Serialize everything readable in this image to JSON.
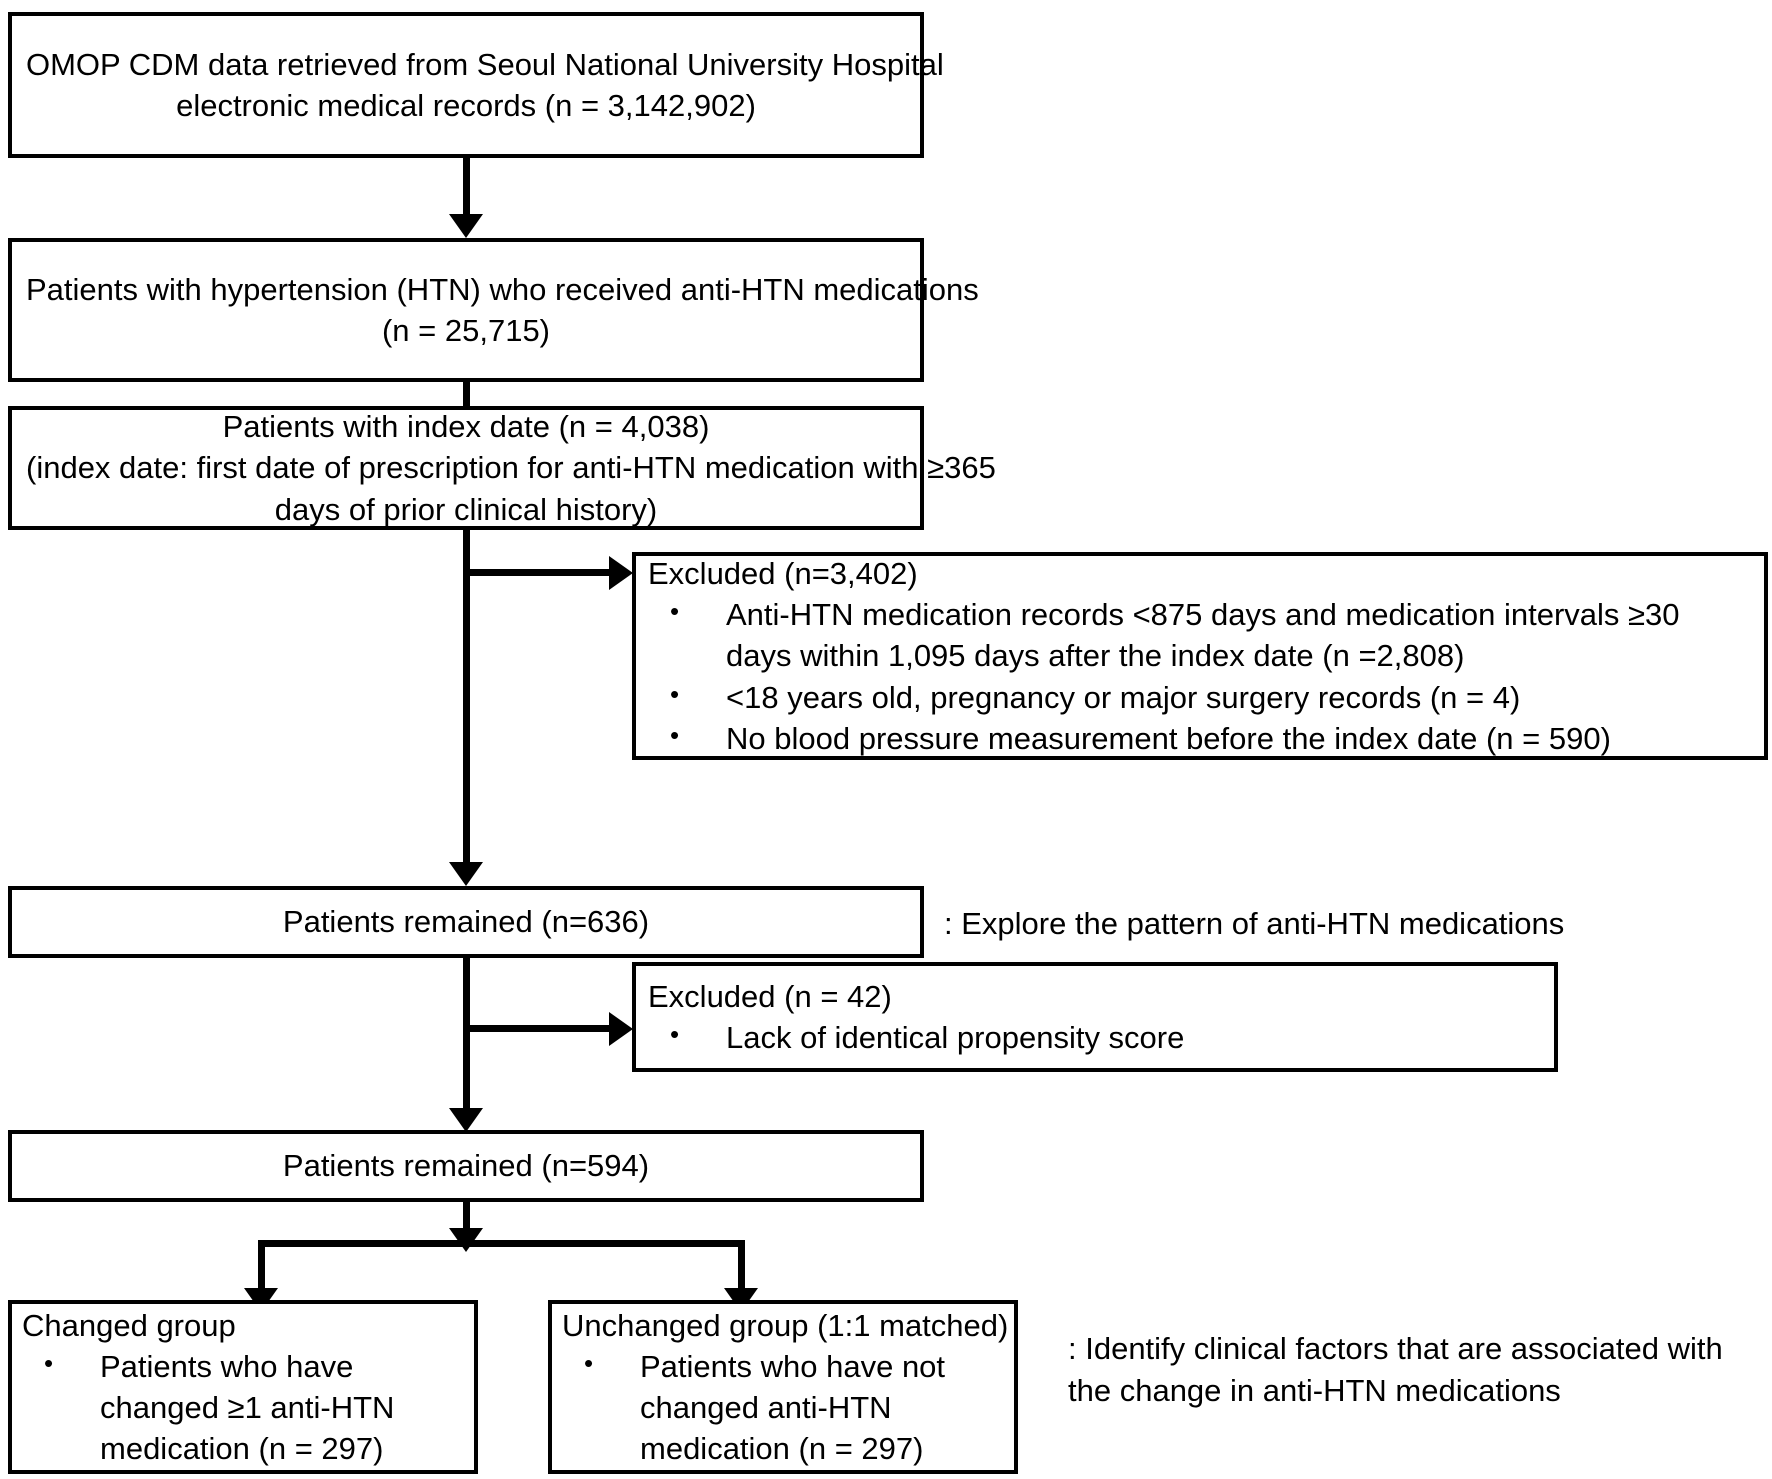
{
  "diagram": {
    "title": "Patient selection flowchart",
    "nodes": {
      "source": {
        "lines": [
          "OMOP CDM data retrieved from Seoul National University Hospital",
          "electronic medical records (n = 3,142,902)"
        ]
      },
      "htn_patients": {
        "lines": [
          "Patients with hypertension (HTN) who received anti-HTN medications",
          "(n = 25,715)"
        ]
      },
      "index_date": {
        "lines": [
          "Patients with index date (n = 4,038)",
          "(index date: first date of prescription for anti-HTN medication with ≥365",
          "days of prior clinical history)"
        ]
      },
      "excluded_1": {
        "header": "Excluded (n=3,402)",
        "bullets": [
          "Anti-HTN medication records <875 days and medication intervals ≥30 days within 1,095 days after the index date (n =2,808)",
          "<18 years old, pregnancy or major surgery records (n = 4)",
          "No blood pressure measurement before the index date (n = 590)"
        ],
        "bullet_glyph": "•"
      },
      "remained_636": {
        "lines": [
          "Patients remained (n=636)"
        ]
      },
      "excluded_2": {
        "header": "Excluded (n = 42)",
        "bullets": [
          "Lack of identical propensity score"
        ],
        "bullet_glyph": "•"
      },
      "remained_594": {
        "lines": [
          "Patients remained (n=594)"
        ]
      },
      "changed_group": {
        "header": "Changed group",
        "bullets": [
          "Patients who have changed ≥1  anti-HTN medication (n = 297)"
        ],
        "bullet_glyph": "•"
      },
      "unchanged_group": {
        "header": "Unchanged group (1:1 matched)",
        "bullets": [
          "Patients who have not changed anti-HTN medication (n = 297)"
        ],
        "bullet_glyph": "•"
      }
    },
    "annotations": {
      "explore": ": Explore the pattern of anti-HTN medications",
      "identify": ": Identify clinical factors that are associated with the change in anti-HTN medications"
    },
    "colors": {
      "stroke": "#000000",
      "fill": "#ffffff",
      "text": "#000000"
    }
  }
}
